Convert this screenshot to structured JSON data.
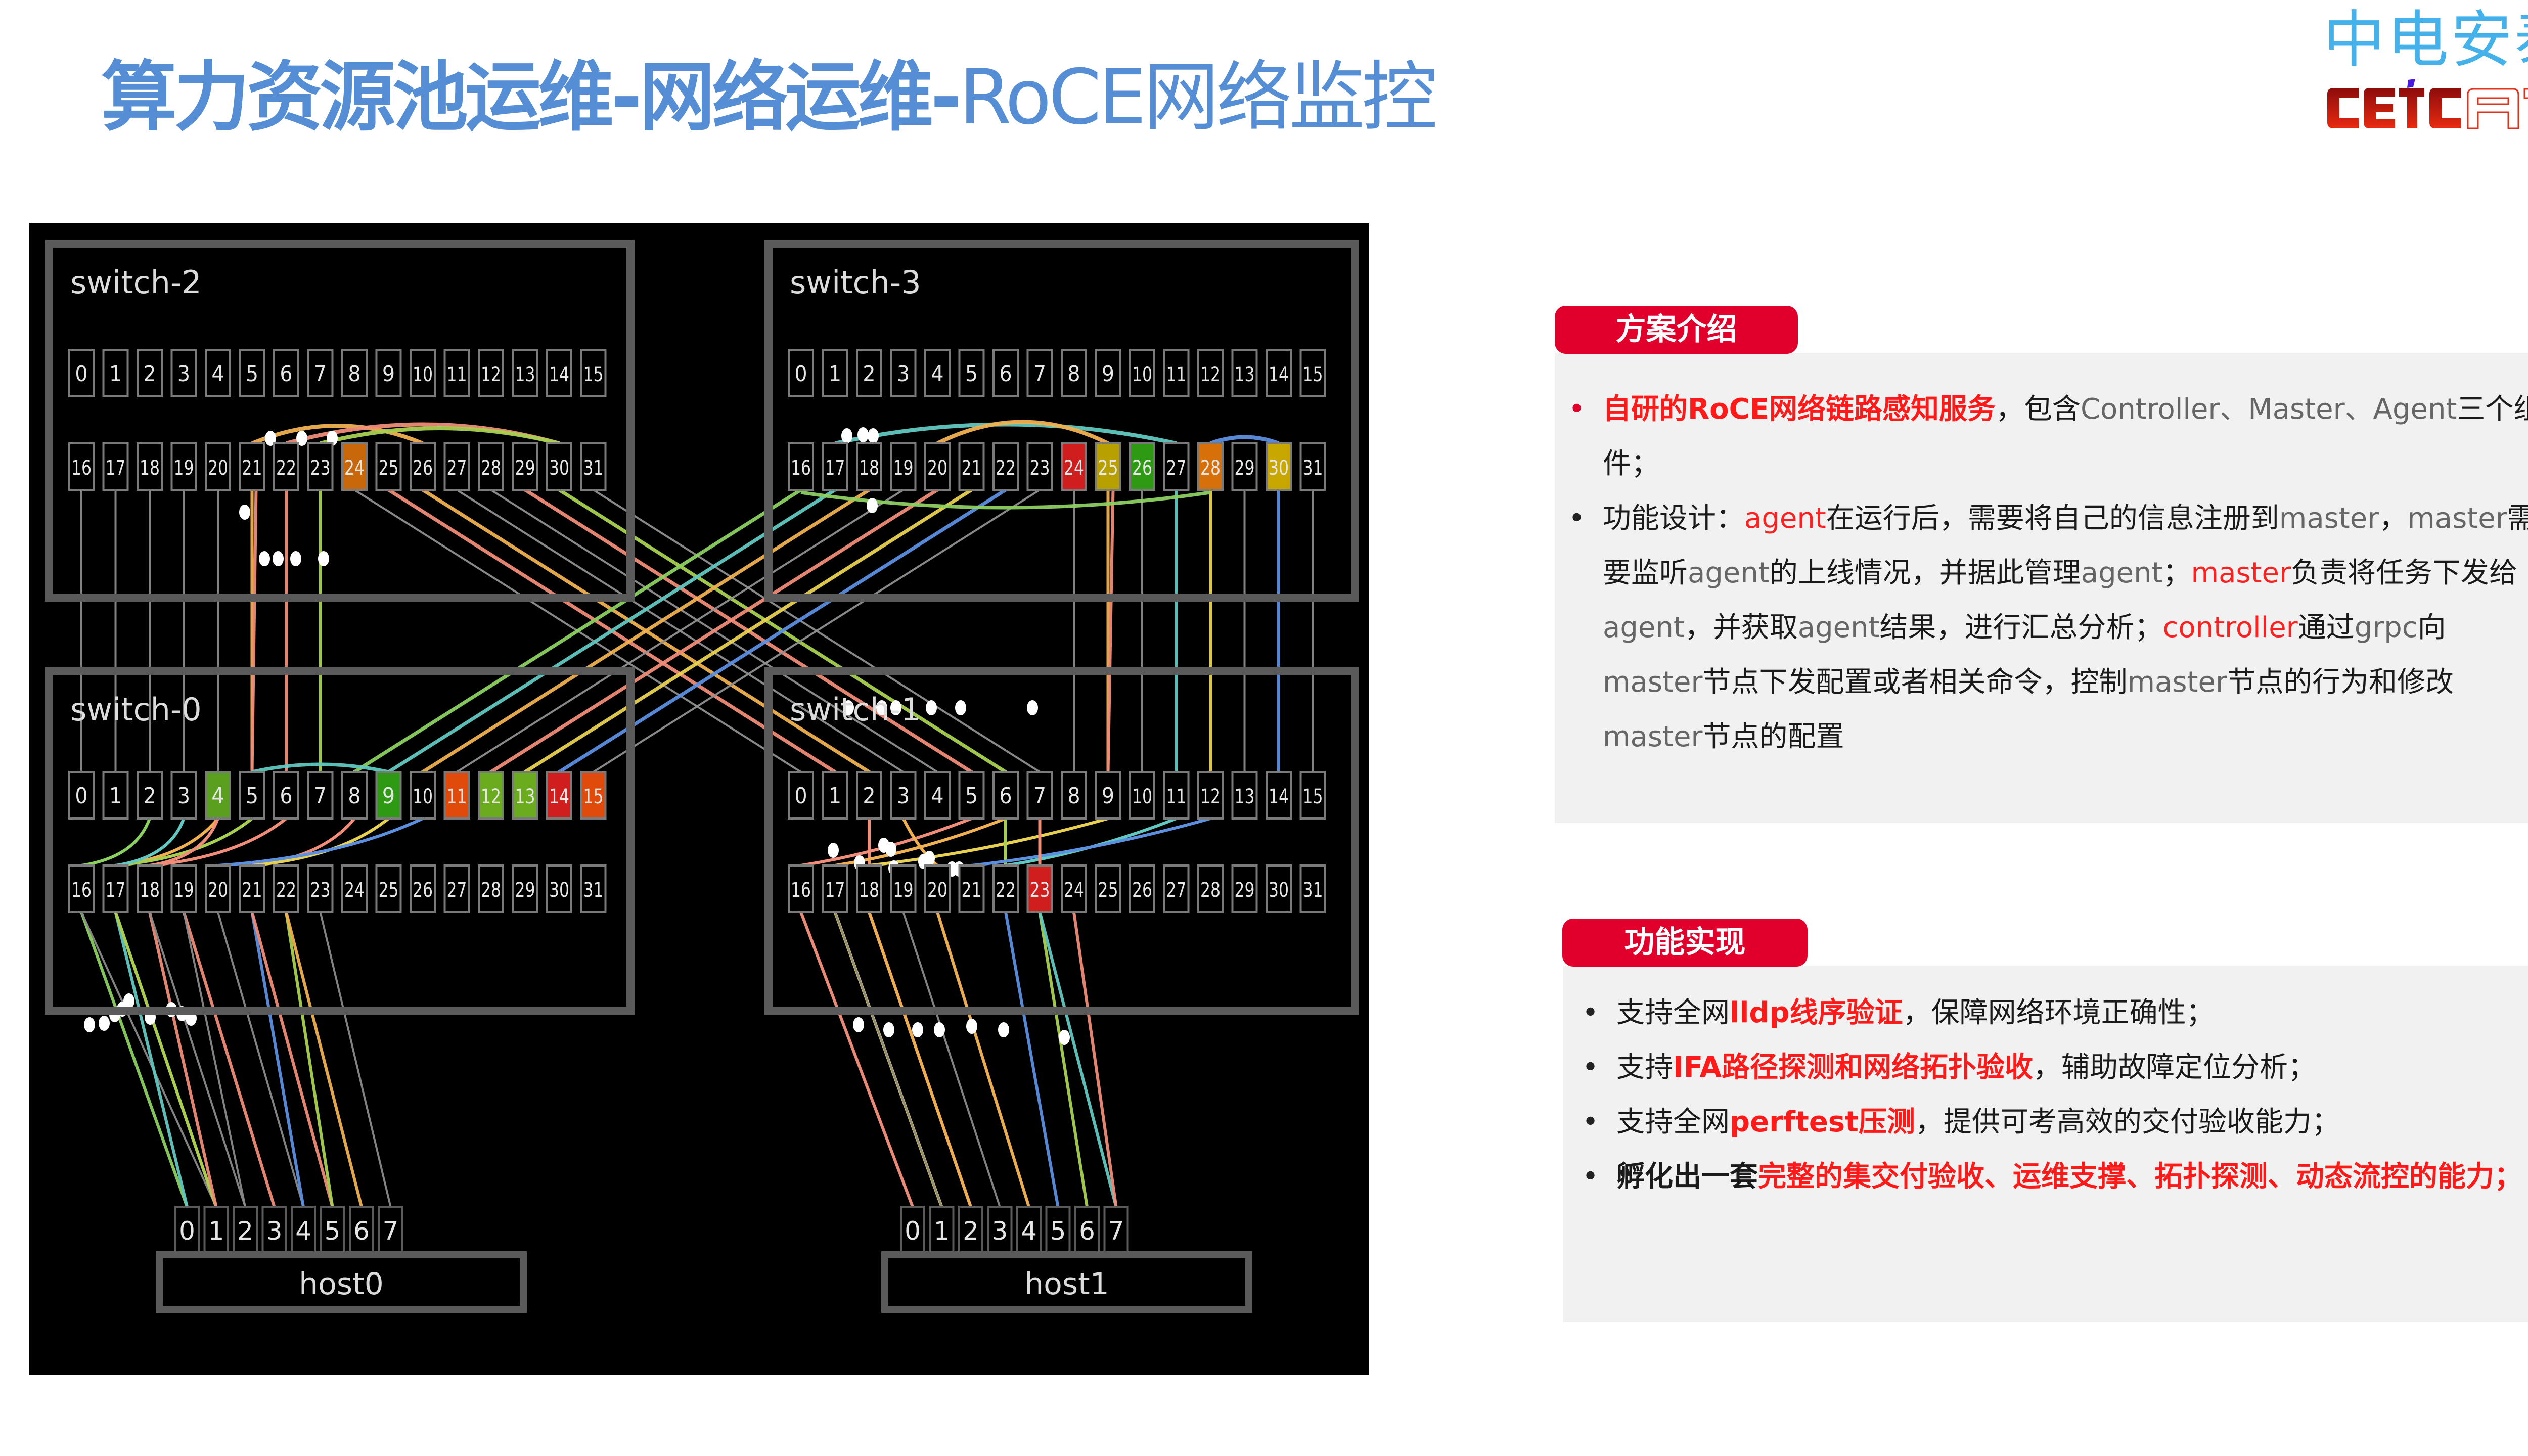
{
  "header": {
    "title_bold": "算力资源池运维-网络运维-",
    "title_thin": "RoCE网络监控",
    "title_color": "#558ED5"
  },
  "logo": {
    "cn_text": "中电安泰",
    "en_text": "CETCAT",
    "cn_color": "#45B1EA",
    "en_color": "#D42A12"
  },
  "topology": {
    "switches": [
      {
        "name": "switch-2",
        "id": "switch-2",
        "ports_row1": [
          "0",
          "1",
          "2",
          "3",
          "4",
          "5",
          "6",
          "7",
          "8",
          "9",
          "10",
          "11",
          "12",
          "13",
          "14",
          "15"
        ],
        "ports_row2": [
          "16",
          "17",
          "18",
          "19",
          "20",
          "21",
          "22",
          "23",
          "24",
          "25",
          "26",
          "27",
          "28",
          "29",
          "30",
          "31"
        ],
        "highlighted_ports": {
          "24": "#C8680A"
        }
      },
      {
        "name": "switch-3",
        "id": "switch-3",
        "ports_row1": [
          "0",
          "1",
          "2",
          "3",
          "4",
          "5",
          "6",
          "7",
          "8",
          "9",
          "10",
          "11",
          "12",
          "13",
          "14",
          "15"
        ],
        "ports_row2": [
          "16",
          "17",
          "18",
          "19",
          "20",
          "21",
          "22",
          "23",
          "24",
          "25",
          "26",
          "27",
          "28",
          "29",
          "30",
          "31"
        ],
        "highlighted_ports": {
          "24": "#D01E1E",
          "25": "#B8A000",
          "26": "#2E9A14",
          "28": "#D8700A",
          "30": "#C8A800"
        }
      },
      {
        "name": "switch-0",
        "id": "switch-0",
        "ports_row1": [
          "0",
          "1",
          "2",
          "3",
          "4",
          "5",
          "6",
          "7",
          "8",
          "9",
          "10",
          "11",
          "12",
          "13",
          "14",
          "15"
        ],
        "ports_row2": [
          "16",
          "17",
          "18",
          "19",
          "20",
          "21",
          "22",
          "23",
          "24",
          "25",
          "26",
          "27",
          "28",
          "29",
          "30",
          "31"
        ],
        "highlighted_ports": {
          "4": "#5AA01E",
          "9": "#2E9A14",
          "11": "#E04A0A",
          "12": "#6AAC1E",
          "13": "#6AAC1E",
          "14": "#D01E1E",
          "15": "#E04A0A"
        }
      },
      {
        "name": "switch-1",
        "id": "switch-1",
        "ports_row1": [
          "0",
          "1",
          "2",
          "3",
          "4",
          "5",
          "6",
          "7",
          "8",
          "9",
          "10",
          "11",
          "12",
          "13",
          "14",
          "15"
        ],
        "ports_row2": [
          "16",
          "17",
          "18",
          "19",
          "20",
          "21",
          "22",
          "23",
          "24",
          "25",
          "26",
          "27",
          "28",
          "29",
          "30",
          "31"
        ],
        "highlighted_ports": {
          "23": "#D01E1E"
        }
      }
    ],
    "hosts": [
      {
        "name": "host0",
        "id": "host0",
        "ports": [
          "0",
          "1",
          "2",
          "3",
          "4",
          "5",
          "6",
          "7"
        ]
      },
      {
        "name": "host1",
        "id": "host1",
        "ports": [
          "0",
          "1",
          "2",
          "3",
          "4",
          "5",
          "6",
          "7"
        ]
      }
    ],
    "link_colors": [
      "#F08C78",
      "#F0B050",
      "#A8D050",
      "#E8D050",
      "#60C8C0",
      "#5B8FE0",
      "#8CD060",
      "#909090"
    ]
  },
  "intro": {
    "badge": "方案介绍",
    "items": [
      {
        "segments": [
          {
            "text": "自研的RoCE网络链路感知服务",
            "style": "red"
          },
          {
            "text": "，包含",
            "style": "black"
          },
          {
            "text": "Controller、Master、Agent",
            "style": "grey"
          },
          {
            "text": "三个组件；",
            "style": "black"
          }
        ]
      },
      {
        "segments": [
          {
            "text": "功能设计：",
            "style": "black"
          },
          {
            "text": "agent",
            "style": "red-n"
          },
          {
            "text": "在运行后，需要将自己的信息注册到",
            "style": "black"
          },
          {
            "text": "master",
            "style": "grey"
          },
          {
            "text": "，",
            "style": "black"
          },
          {
            "text": "master",
            "style": "grey"
          },
          {
            "text": "需要监听",
            "style": "black"
          },
          {
            "text": "agent",
            "style": "grey"
          },
          {
            "text": "的上线情况，并据此管理",
            "style": "black"
          },
          {
            "text": "agent",
            "style": "grey"
          },
          {
            "text": "；",
            "style": "black"
          },
          {
            "text": "master",
            "style": "red-n"
          },
          {
            "text": "负责将任务下发给",
            "style": "black"
          },
          {
            "text": "agent",
            "style": "grey"
          },
          {
            "text": "，并获取",
            "style": "black"
          },
          {
            "text": "agent",
            "style": "grey"
          },
          {
            "text": "结果，进行汇总分析；",
            "style": "black"
          },
          {
            "text": "controller",
            "style": "red-n"
          },
          {
            "text": "通过",
            "style": "black"
          },
          {
            "text": "grpc",
            "style": "grey"
          },
          {
            "text": "向",
            "style": "black"
          },
          {
            "text": "master",
            "style": "grey"
          },
          {
            "text": "节点下发配置或者相关命令，控制",
            "style": "black"
          },
          {
            "text": "master",
            "style": "grey"
          },
          {
            "text": "节点的行为和修改",
            "style": "black"
          },
          {
            "text": "master",
            "style": "grey"
          },
          {
            "text": "节点的配置",
            "style": "black"
          }
        ]
      }
    ]
  },
  "features": {
    "badge": "功能实现",
    "items": [
      {
        "segments": [
          {
            "text": "支持全网",
            "style": "black"
          },
          {
            "text": "lldp线序验证",
            "style": "red"
          },
          {
            "text": "，保障网络环境正确性；",
            "style": "black"
          }
        ]
      },
      {
        "segments": [
          {
            "text": "支持",
            "style": "black"
          },
          {
            "text": "IFA路径探测和网络拓扑验收",
            "style": "red"
          },
          {
            "text": "，辅助故障定位分析；",
            "style": "black"
          }
        ]
      },
      {
        "segments": [
          {
            "text": "支持全网",
            "style": "black"
          },
          {
            "text": "perftest压测",
            "style": "red"
          },
          {
            "text": "，提供可考高效的交付验收能力；",
            "style": "black"
          }
        ]
      },
      {
        "segments": [
          {
            "text": "孵化出一套",
            "style": "black-bold"
          },
          {
            "text": "完整的集交付验收、运维支撑、拓扑探测、动态流控的能力；",
            "style": "red"
          }
        ]
      }
    ]
  },
  "colors": {
    "badge": "#E0002B",
    "panel": "#F1F1F1",
    "highlight_red": "#FF1A1A"
  }
}
